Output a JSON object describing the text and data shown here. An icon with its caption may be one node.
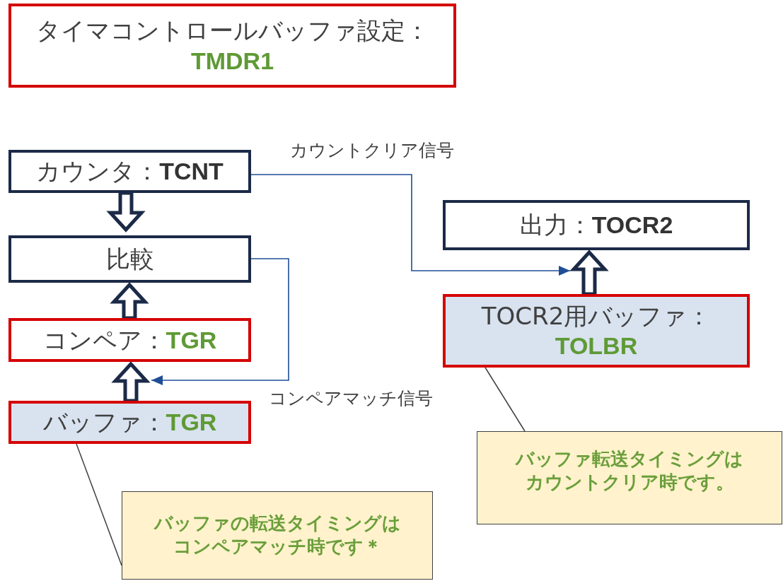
{
  "diagram": {
    "nodes": [
      {
        "text": [
          "タイマコントロールバッファ設定：**TMDR1**"
        ]
      },
      {
        "text": [
          "カウンタ：**TCNT**"
        ]
      },
      {
        "text": [
          "比較"
        ]
      },
      {
        "text": [
          "コンペア：**TGR**"
        ]
      },
      {
        "text": [
          "バッファ：**TGR**"
        ]
      },
      {
        "text": [
          "出力：**TOCR2**"
        ]
      },
      {
        "text": [
          "TOCR2用バッファ：**TOLBR**"
        ]
      },
      {
        "text": [
          "バッファの転送タイミングはコンペアマッチ時です＊"
        ]
      },
      {
        "text": [
          "バッファ転送タイミングはカウントクリア時です。"
        ]
      }
    ],
    "edges": [
      {
        "from": 1,
        "to": 2,
        "arrow": "to",
        "style": "thick"
      },
      {
        "from": 3,
        "to": 2,
        "arrow": "to",
        "style": "thick"
      },
      {
        "from": 4,
        "to": 3,
        "arrow": "to",
        "style": "thick"
      },
      {
        "from": 6,
        "to": 5,
        "arrow": "to",
        "style": "thick"
      },
      {
        "from": 1,
        "to": 5,
        "arrow": "to",
        "label": "カウントクリア信号",
        "color": "#1f4e96"
      },
      {
        "from": 2,
        "to": 3,
        "arrow": "to",
        "color": "#1f4e96"
      },
      {
        "from": 7,
        "to": 4,
        "arrow": "none"
      },
      {
        "from": 8,
        "to": 6,
        "arrow": "none"
      }
    ],
    "labels": [
      "コンペアマッチ信号"
    ]
  }
}
